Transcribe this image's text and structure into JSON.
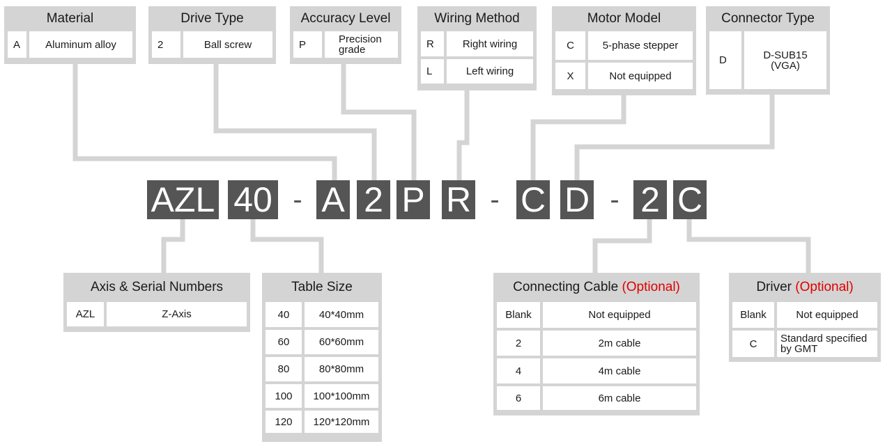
{
  "code_blocks": [
    "AZL",
    "40",
    "A",
    "2",
    "P",
    "R",
    "C",
    "D",
    "2",
    "C"
  ],
  "separator": "-",
  "panels": {
    "material": {
      "title": "Material",
      "rows": [
        {
          "code": "A",
          "desc": "Aluminum alloy"
        }
      ]
    },
    "drive_type": {
      "title": "Drive Type",
      "rows": [
        {
          "code": "2",
          "desc": "Ball screw"
        }
      ]
    },
    "accuracy": {
      "title": "Accuracy Level",
      "rows": [
        {
          "code": "P",
          "desc": "Precision grade"
        }
      ]
    },
    "wiring": {
      "title": "Wiring Method",
      "rows": [
        {
          "code": "R",
          "desc": "Right wiring"
        },
        {
          "code": "L",
          "desc": "Left wiring"
        }
      ]
    },
    "motor": {
      "title": "Motor Model",
      "rows": [
        {
          "code": "C",
          "desc": "5-phase stepper"
        },
        {
          "code": "X",
          "desc": "Not equipped"
        }
      ]
    },
    "connector": {
      "title": "Connector Type",
      "rows": [
        {
          "code": "D",
          "desc": "D-SUB15 (VGA)"
        }
      ]
    },
    "axis": {
      "title": "Axis & Serial Numbers",
      "rows": [
        {
          "code": "AZL",
          "desc": "Z-Axis"
        }
      ]
    },
    "table_size": {
      "title": "Table Size",
      "rows": [
        {
          "code": "40",
          "desc": "40*40mm"
        },
        {
          "code": "60",
          "desc": "60*60mm"
        },
        {
          "code": "80",
          "desc": "80*80mm"
        },
        {
          "code": "100",
          "desc": "100*100mm"
        },
        {
          "code": "120",
          "desc": "120*120mm"
        }
      ]
    },
    "cable": {
      "title": "Connecting Cable",
      "optional": "(Optional)",
      "rows": [
        {
          "code": "Blank",
          "desc": "Not equipped"
        },
        {
          "code": "2",
          "desc": "2m cable"
        },
        {
          "code": "4",
          "desc": "4m cable"
        },
        {
          "code": "6",
          "desc": "6m cable"
        }
      ]
    },
    "driver": {
      "title": "Driver",
      "optional": "(Optional)",
      "rows": [
        {
          "code": "Blank",
          "desc": "Not equipped"
        },
        {
          "code": "C",
          "desc": "Standard specified by GMT"
        }
      ]
    }
  },
  "colors": {
    "panel_bg": "#d4d4d4",
    "block_bg": "#555555",
    "connector": "#d4d4d4",
    "optional": "#e00000"
  }
}
